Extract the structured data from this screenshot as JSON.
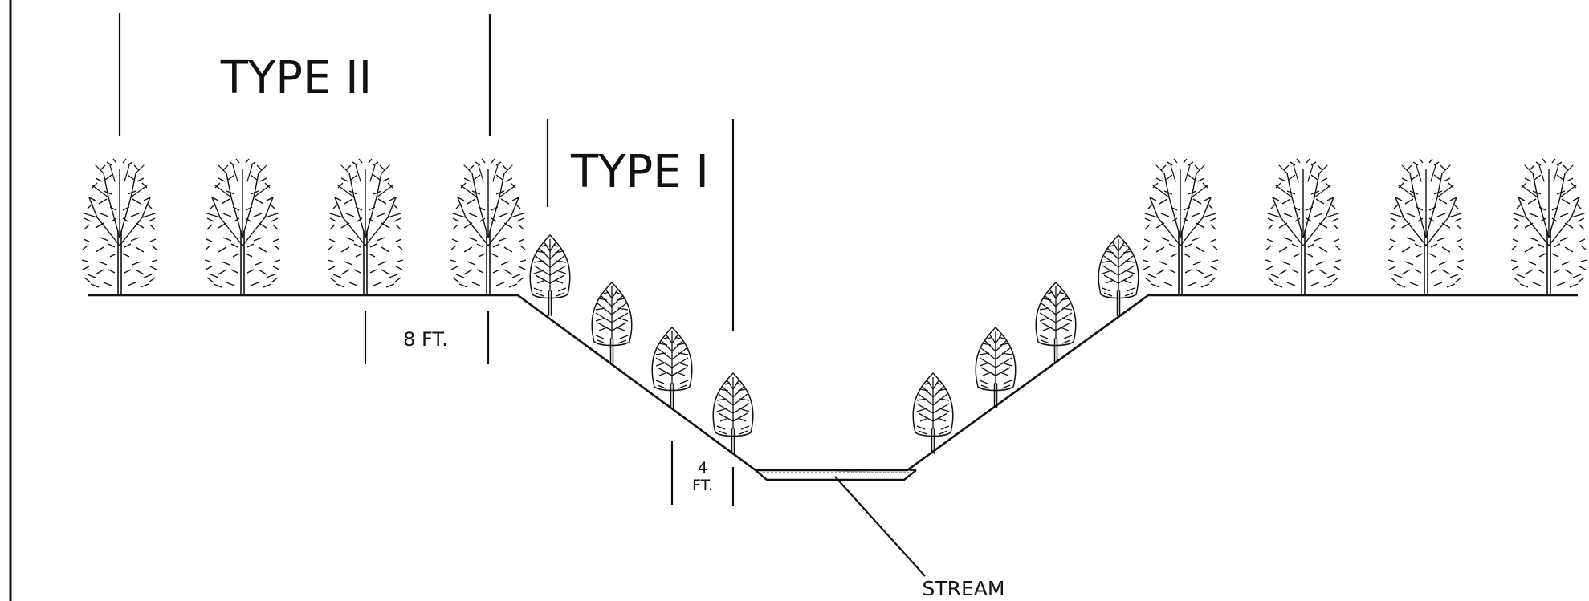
{
  "labels": {
    "type_ii": "TYPE II",
    "type_i": "TYPE I",
    "dim_8ft": "8 FT.",
    "dim_4ft_line1": "4",
    "dim_4ft_line2": "FT.",
    "stream": "STREAM"
  },
  "colors": {
    "ink": "#111111",
    "background": "#ffffff"
  },
  "trees": {
    "large_broadleaf_count": 8,
    "small_slope_tree_count": 8
  }
}
